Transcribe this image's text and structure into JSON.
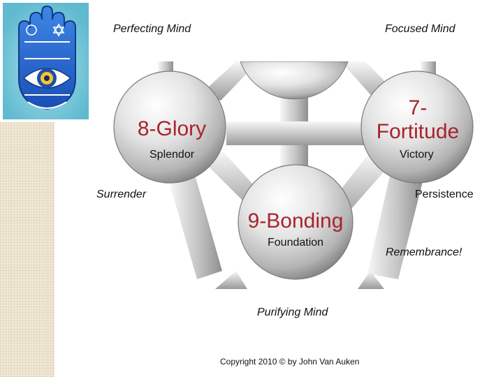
{
  "icons": {
    "logo": "hamsa-hand-icon"
  },
  "diagram": {
    "spheres": {
      "glory": "8-Glory",
      "fortitude_line1": "7-",
      "fortitude_line2": "Fortitude",
      "bonding": "9-Bonding"
    }
  },
  "labels": {
    "perfecting_mind": "Perfecting Mind",
    "focused_mind": "Focused Mind",
    "splendor": "Splendor",
    "victory": "Victory",
    "surrender": "Surrender",
    "persistence": "Persistence",
    "foundation": "Foundation",
    "remembrance": "Remembrance!",
    "purifying_mind": "Purifying Mind"
  },
  "copyright": "Copyright 2010 © by John Van Auken",
  "colors": {
    "sphere_label": "#a8232e",
    "hamsa_blue": "#2a63c9",
    "hamsa_bg": "#6ec3d8"
  }
}
